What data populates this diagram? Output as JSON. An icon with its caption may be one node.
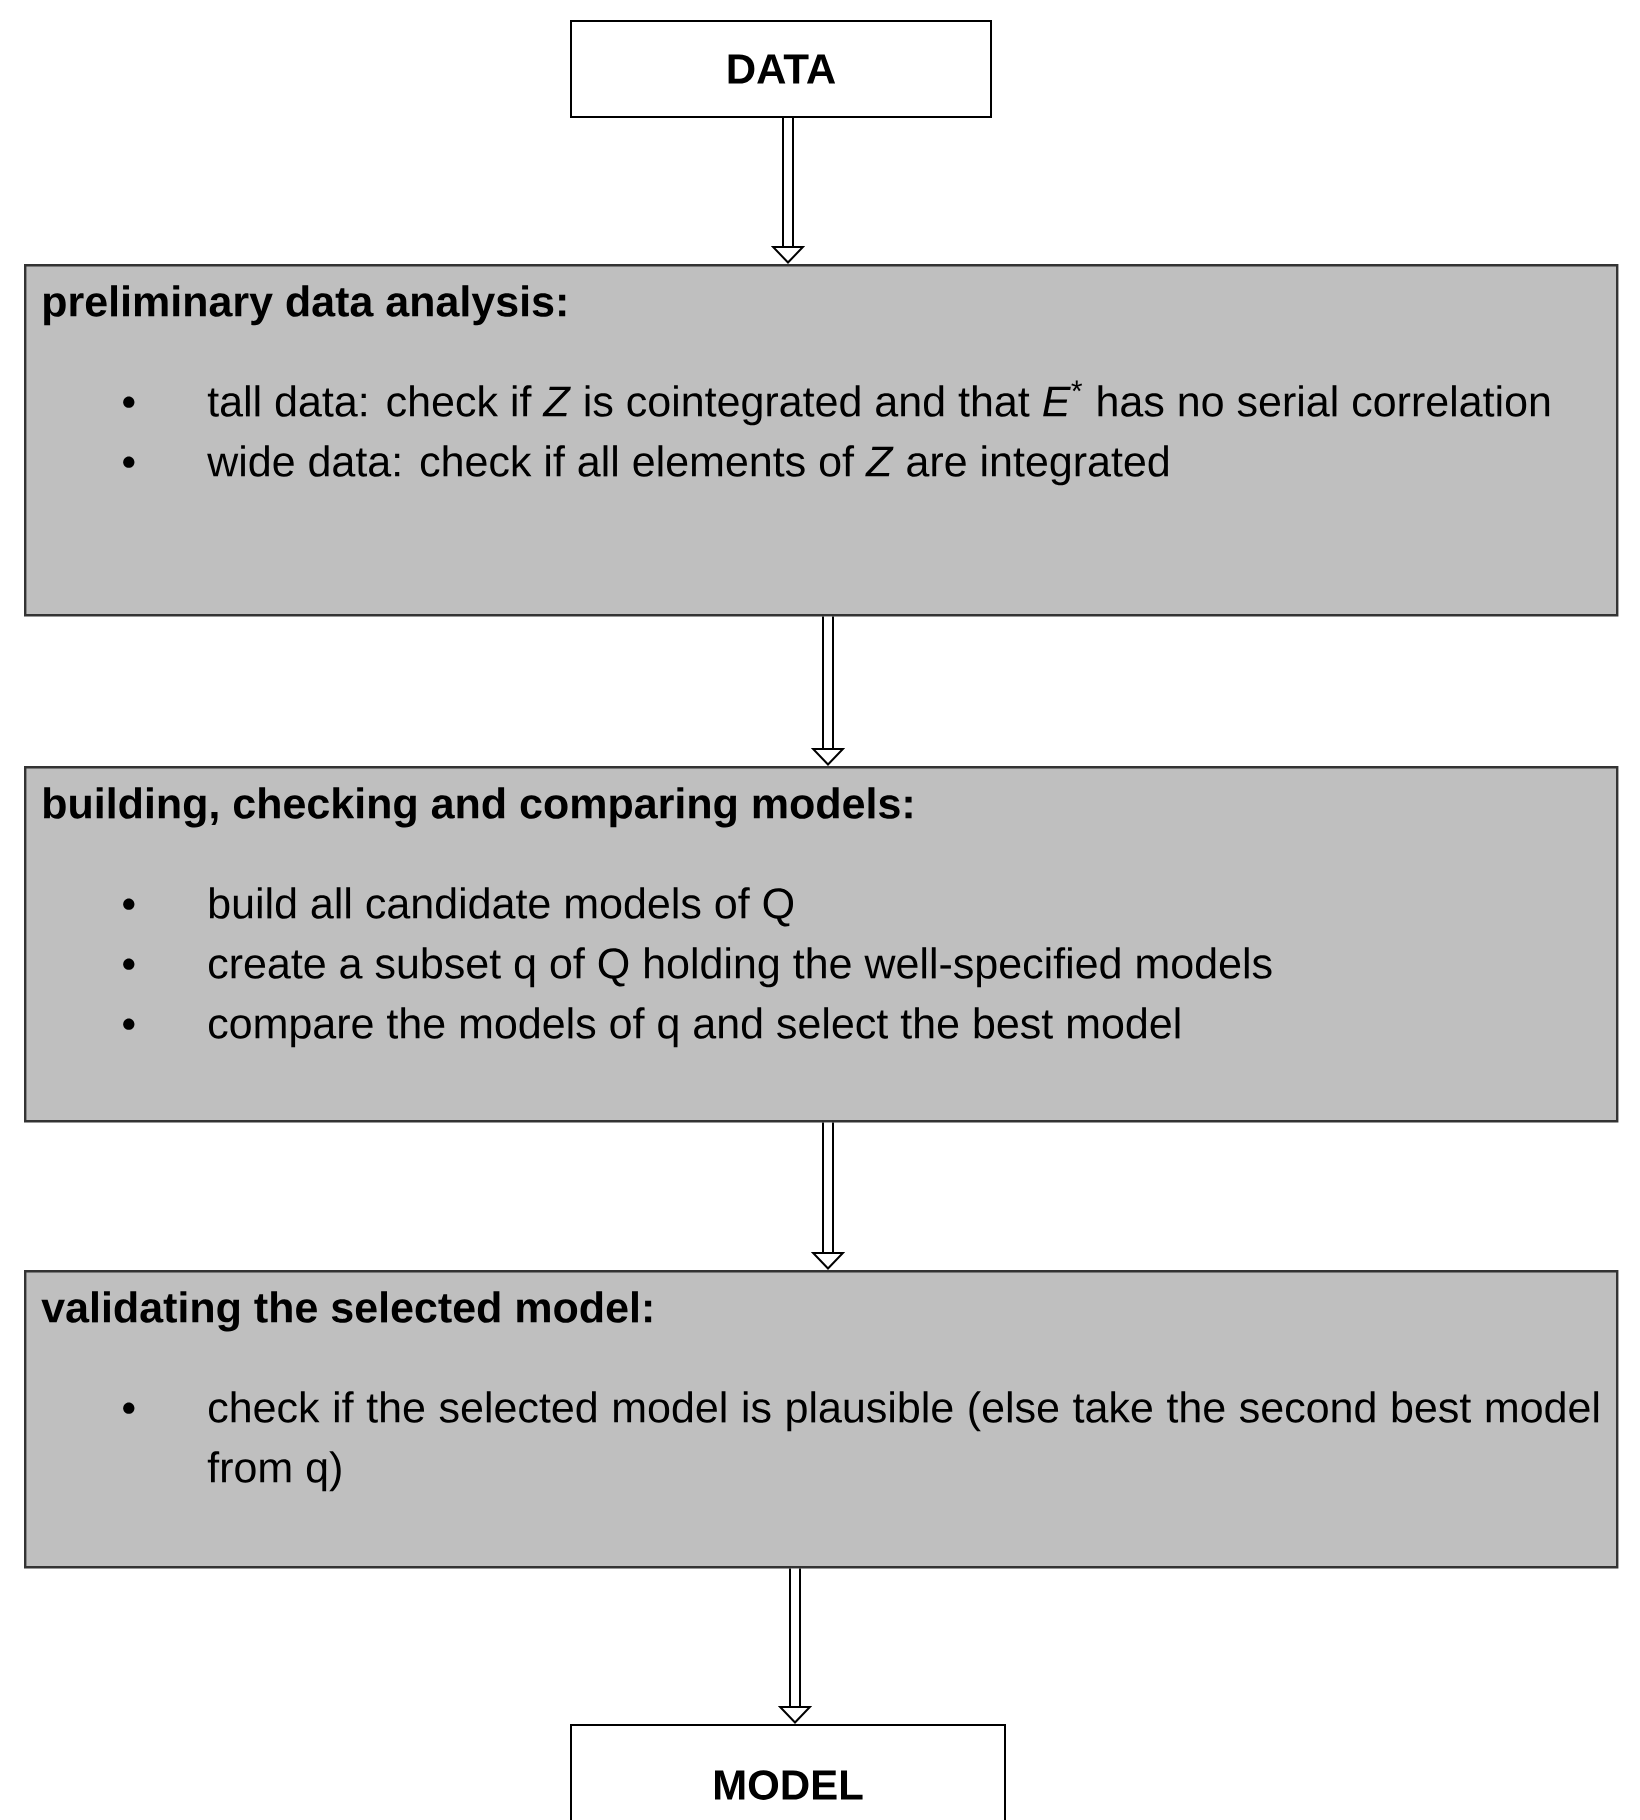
{
  "diagram": {
    "nodes": [
      {
        "text": [
          "DATA"
        ]
      },
      {
        "text": [
          "preliminary data analysis:",
          "tall data: check if *Z* is cointegrated and that *E*$^{*}$ has no serial correlation",
          "wide data: check if all elements of *Z* are integrated"
        ]
      },
      {
        "text": [
          "building, checking and comparing models:",
          "build all candidate models of Q",
          "create a subset q of Q holding the well-specified models",
          "compare the models of q and select the best model"
        ]
      },
      {
        "text": [
          "validating the selected model:",
          "check if the selected model is plausible (else take the second best model from q)"
        ]
      },
      {
        "text": [
          "MODEL"
        ]
      }
    ],
    "edges": [
      {
        "from": 0,
        "to": 1,
        "arrow": "to"
      },
      {
        "from": 1,
        "to": 2,
        "arrow": "to"
      },
      {
        "from": 2,
        "to": 3,
        "arrow": "to"
      },
      {
        "from": 3,
        "to": 4,
        "arrow": "to"
      }
    ]
  }
}
